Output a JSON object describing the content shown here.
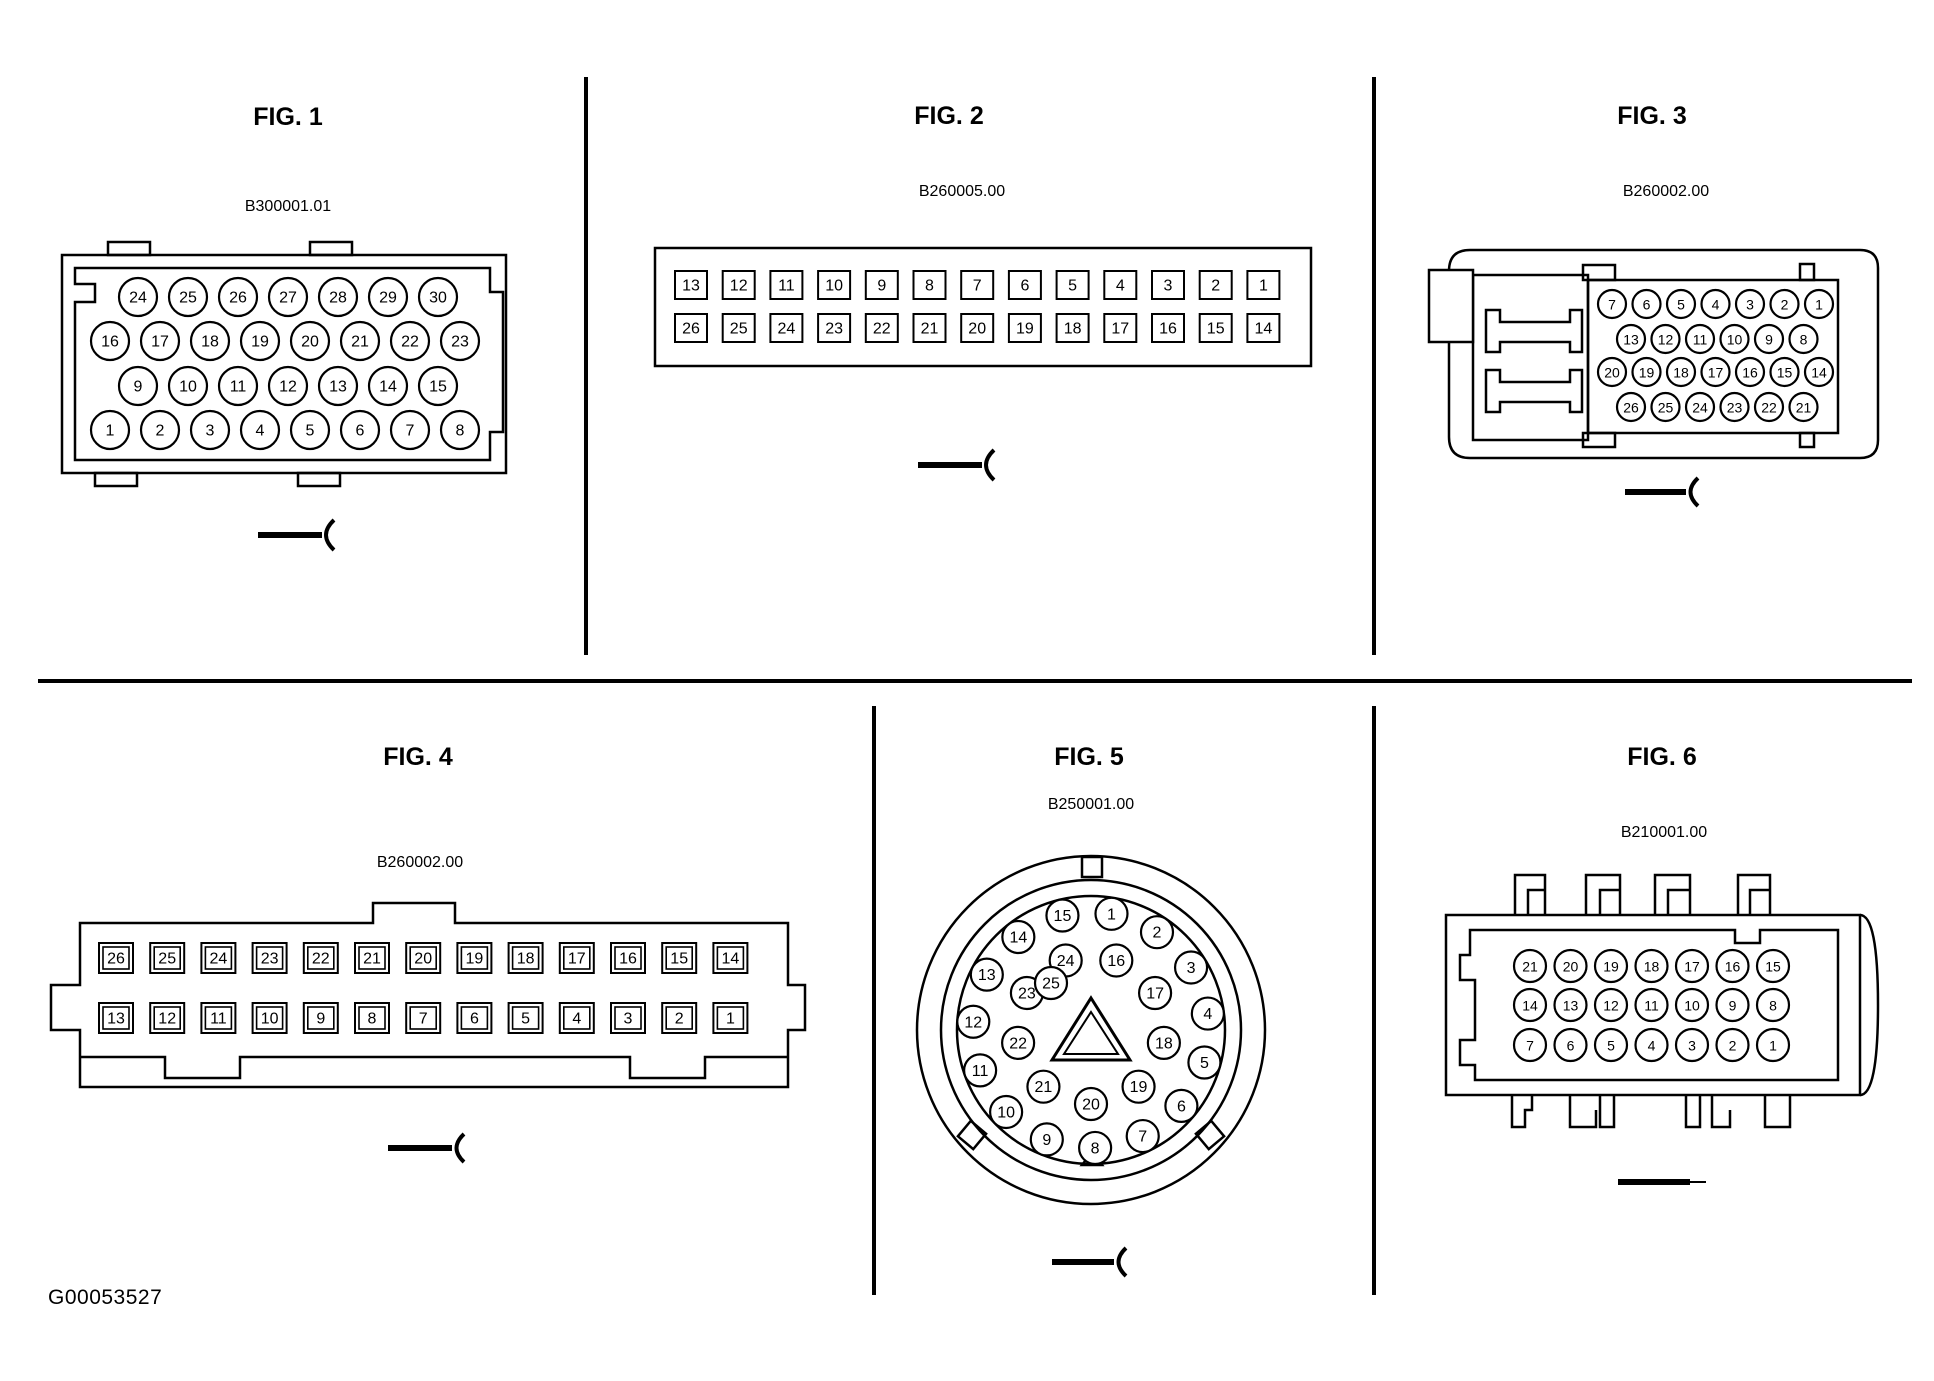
{
  "ref_code": "G00053527",
  "figures": [
    {
      "title": "FIG. 1",
      "part": "B300001.01"
    },
    {
      "title": "FIG. 2",
      "part": "B260005.00"
    },
    {
      "title": "FIG. 3",
      "part": "B260002.00"
    },
    {
      "title": "FIG. 4",
      "part": "B260002.00"
    },
    {
      "title": "FIG. 5",
      "part": "B250001.00"
    },
    {
      "title": "FIG. 6",
      "part": "B210001.00"
    }
  ],
  "connectors": {
    "fig1": [
      [
        "24",
        "25",
        "26",
        "27",
        "28",
        "29",
        "30"
      ],
      [
        "16",
        "17",
        "18",
        "19",
        "20",
        "21",
        "22",
        "23"
      ],
      [
        "9",
        "10",
        "11",
        "12",
        "13",
        "14",
        "15"
      ],
      [
        "1",
        "2",
        "3",
        "4",
        "5",
        "6",
        "7",
        "8"
      ]
    ],
    "fig2": [
      [
        "13",
        "12",
        "11",
        "10",
        "9",
        "8",
        "7",
        "6",
        "5",
        "4",
        "3",
        "2",
        "1"
      ],
      [
        "26",
        "25",
        "24",
        "23",
        "22",
        "21",
        "20",
        "19",
        "18",
        "17",
        "16",
        "15",
        "14"
      ]
    ],
    "fig3": [
      [
        "7",
        "6",
        "5",
        "4",
        "3",
        "2",
        "1"
      ],
      [
        "13",
        "12",
        "11",
        "10",
        "9",
        "8"
      ],
      [
        "20",
        "19",
        "18",
        "17",
        "16",
        "15",
        "14"
      ],
      [
        "26",
        "25",
        "24",
        "23",
        "22",
        "21"
      ]
    ],
    "fig4": [
      [
        "26",
        "25",
        "24",
        "23",
        "22",
        "21",
        "20",
        "19",
        "18",
        "17",
        "16",
        "15",
        "14"
      ],
      [
        "13",
        "12",
        "11",
        "10",
        "9",
        "8",
        "7",
        "6",
        "5",
        "4",
        "3",
        "2",
        "1"
      ]
    ],
    "fig5": [
      "1",
      "2",
      "3",
      "4",
      "5",
      "6",
      "7",
      "8",
      "9",
      "10",
      "11",
      "12",
      "13",
      "14",
      "15",
      "16",
      "17",
      "18",
      "19",
      "20",
      "21",
      "22",
      "23",
      "24",
      "25"
    ],
    "fig6": [
      [
        "21",
        "20",
        "19",
        "18",
        "17",
        "16",
        "15"
      ],
      [
        "14",
        "13",
        "12",
        "11",
        "10",
        "9",
        "8"
      ],
      [
        "7",
        "6",
        "5",
        "4",
        "3",
        "2",
        "1"
      ]
    ]
  }
}
